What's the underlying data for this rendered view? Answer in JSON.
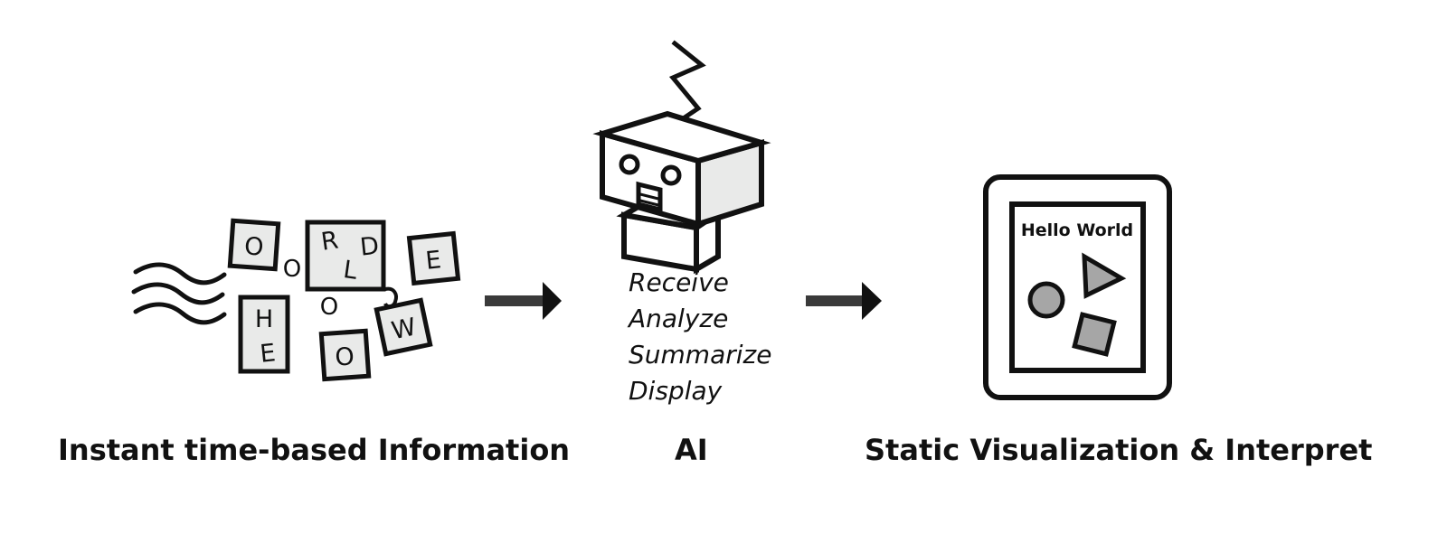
{
  "stages": [
    {
      "label": "Instant time-based Information"
    },
    {
      "label": "AI"
    },
    {
      "label": "Static Visualization & Interpret"
    }
  ],
  "ai_steps": [
    "Receive",
    "Analyze",
    "Summarize",
    "Display"
  ],
  "scattered_letters": {
    "tiles": [
      "O",
      "E",
      "H",
      "E",
      "W",
      "O"
    ],
    "big_tile": [
      "R",
      "D",
      "L"
    ],
    "loose": [
      "O",
      "O"
    ]
  },
  "screen": {
    "title": "Hello World"
  },
  "colors": {
    "stroke": "#111111",
    "tile_fill": "#e9eae9",
    "shape_fill": "#a6a6a6",
    "arrow": "#3a3a3a"
  }
}
